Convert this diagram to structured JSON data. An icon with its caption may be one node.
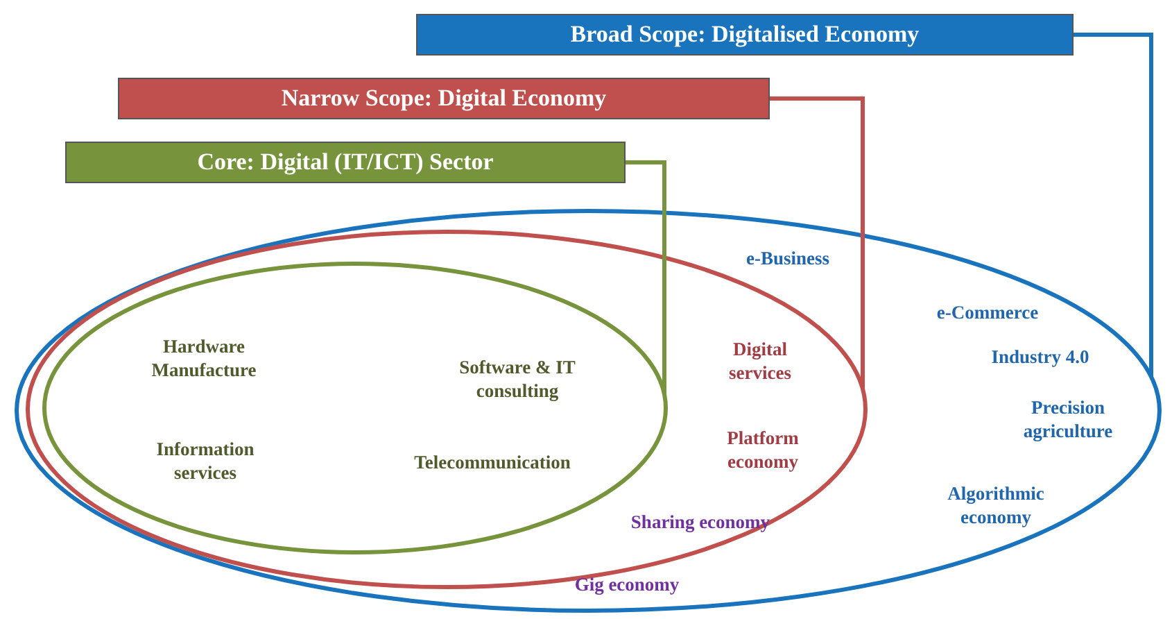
{
  "diagram": {
    "nodes": [
      {
        "text": [
          "Broad Scope: Digitalised Economy"
        ]
      },
      {
        "text": [
          "Narrow Scope: Digital Economy"
        ]
      },
      {
        "text": [
          "Core: Digital (IT/ICT) Sector"
        ]
      },
      {
        "text": [],
        "shape": "ellipse"
      },
      {
        "text": [],
        "shape": "ellipse",
        "in": 3
      },
      {
        "text": [],
        "shape": "ellipse",
        "in": 4
      }
    ],
    "edges": [
      {
        "from": 0,
        "to": 3,
        "arrow": "none",
        "color": "#1a74bd"
      },
      {
        "from": 1,
        "to": 4,
        "arrow": "none",
        "color": "#c0504d"
      },
      {
        "from": 2,
        "to": 5,
        "arrow": "none",
        "color": "#77933c"
      }
    ],
    "labels": [
      "e-Business",
      "e-Commerce",
      "Hardware Manufacture",
      "Digital services",
      "Software & IT consulting",
      "Industry 4.0",
      "Precision agriculture",
      "Information services",
      "Platform economy",
      "Telecommunication",
      "Algorithmic economy",
      "Sharing economy",
      "Gig economy"
    ]
  }
}
